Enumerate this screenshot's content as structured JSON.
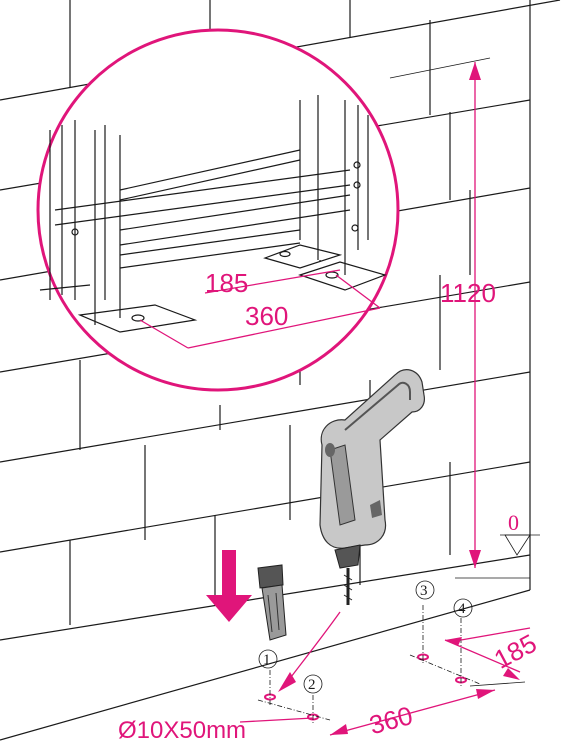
{
  "dimensions": {
    "height_1120": "1120",
    "spacing_360_detail": "360",
    "spacing_185_detail": "185",
    "spacing_360_floor": "360",
    "spacing_185_floor": "185",
    "floor_level": "0",
    "anchor_size": "Ø10X50mm"
  },
  "hole_markers": [
    "1",
    "2",
    "3",
    "4"
  ],
  "colors": {
    "accent": "#e0157a",
    "line": "#1a1a1a",
    "drill_body": "#c8c8c8",
    "drill_dark": "#555555"
  },
  "icons": [
    "drill-icon",
    "wall-plug-icon",
    "down-arrow-icon"
  ]
}
